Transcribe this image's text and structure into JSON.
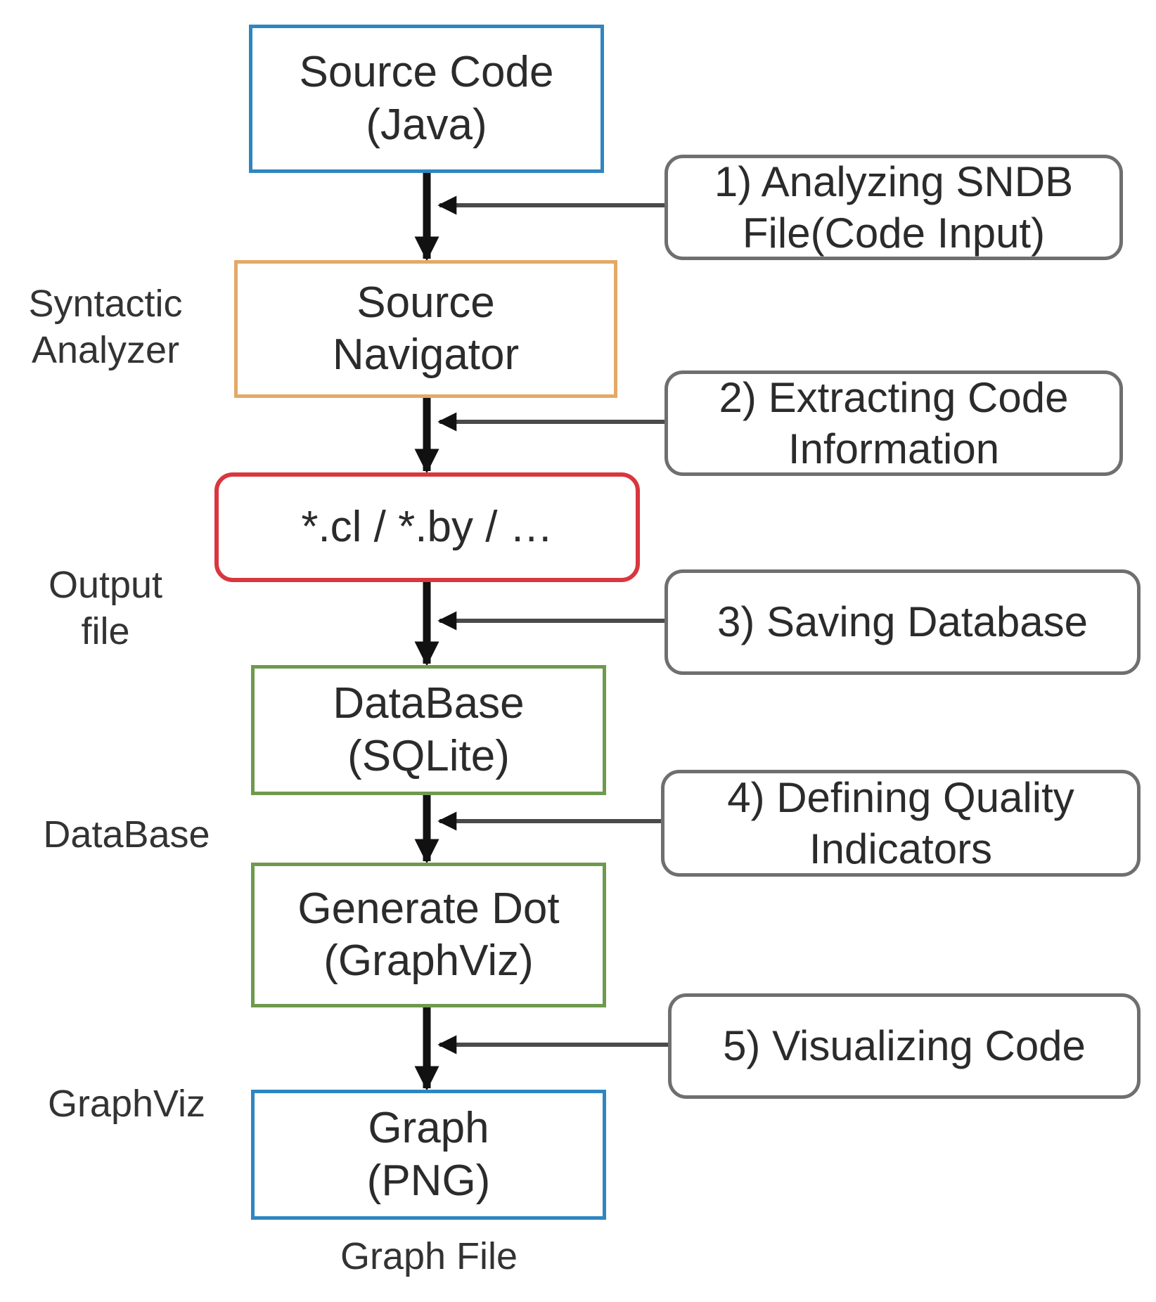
{
  "nodes": {
    "source_code": [
      "Source Code",
      "(Java)"
    ],
    "source_navigator": [
      "Source",
      "Navigator"
    ],
    "output_file": [
      "*.cl / *.by / …"
    ],
    "database": [
      "DataBase",
      "(SQLite)"
    ],
    "generate_dot": [
      "Generate Dot",
      "(GraphViz)"
    ],
    "graph": [
      "Graph",
      "(PNG)"
    ]
  },
  "steps": {
    "step1": [
      "1)  Analyzing SNDB",
      "File(Code Input)"
    ],
    "step2": [
      "2) Extracting Code",
      "Information"
    ],
    "step3": [
      "3) Saving Database"
    ],
    "step4": [
      "4) Defining Quality",
      "Indicators"
    ],
    "step5": [
      "5) Visualizing Code"
    ]
  },
  "side_labels": {
    "syntactic_analyzer": [
      "Syntactic",
      "Analyzer"
    ],
    "output_file": [
      "Output",
      "file"
    ],
    "database": [
      "DataBase"
    ],
    "graphviz": [
      "GraphViz"
    ],
    "graph_file": [
      "Graph File"
    ]
  },
  "colors": {
    "blue_border": "#2e86c1",
    "orange_border": "#e3a967",
    "red_border": "#d9363e",
    "green_border": "#6e9a4e",
    "step_border": "#6f6f6f",
    "flow_arrow": "#111111"
  }
}
